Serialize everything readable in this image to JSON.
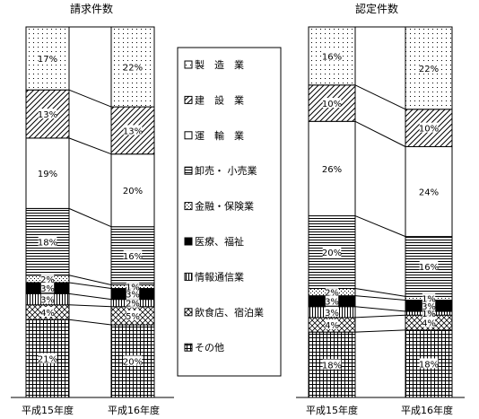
{
  "legend": [
    {
      "key": "manufacturing",
      "label": "製　造　業",
      "pattern": "dots"
    },
    {
      "key": "construction",
      "label": "建　設　業",
      "pattern": "diag"
    },
    {
      "key": "transport",
      "label": "運　輸　業",
      "pattern": "white"
    },
    {
      "key": "retail",
      "label": "卸売・ 小売業",
      "pattern": "hlines"
    },
    {
      "key": "finance",
      "label": "金融・保険業",
      "pattern": "diamond"
    },
    {
      "key": "medical",
      "label": "医療、福祉",
      "pattern": "black"
    },
    {
      "key": "info",
      "label": "情報通信業",
      "pattern": "vlines"
    },
    {
      "key": "food",
      "label": "飲食店、宿泊業",
      "pattern": "checker"
    },
    {
      "key": "other",
      "label": "その他",
      "pattern": "grid"
    }
  ],
  "chart_data": [
    {
      "type": "bar",
      "stacked": true,
      "title": "請求件数",
      "categories": [
        "平成15年度",
        "平成16年度"
      ],
      "ylim": [
        0,
        100
      ],
      "series": [
        {
          "name": "その他",
          "values": [
            21,
            20
          ],
          "labels": [
            "21%",
            "20%"
          ]
        },
        {
          "name": "飲食店、宿泊業",
          "values": [
            4,
            5
          ],
          "labels": [
            "4%",
            "5%"
          ]
        },
        {
          "name": "情報通信業",
          "values": [
            3,
            2
          ],
          "labels": [
            "3%",
            "2%"
          ]
        },
        {
          "name": "医療、福祉",
          "values": [
            3,
            3
          ],
          "labels": [
            "3%",
            "3%"
          ]
        },
        {
          "name": "金融・保険業",
          "values": [
            2,
            1
          ],
          "labels": [
            "2%",
            "1%"
          ]
        },
        {
          "name": "卸売・ 小売業",
          "values": [
            18,
            16
          ],
          "labels": [
            "18%",
            "16%"
          ]
        },
        {
          "name": "運　輸　業",
          "values": [
            19,
            20
          ],
          "labels": [
            "19%",
            "20%"
          ]
        },
        {
          "name": "建　設　業",
          "values": [
            13,
            13
          ],
          "labels": [
            "13%",
            "13%"
          ]
        },
        {
          "name": "製　造　業",
          "values": [
            17,
            22
          ],
          "labels": [
            "17%",
            "22%"
          ]
        }
      ]
    },
    {
      "type": "bar",
      "stacked": true,
      "title": "認定件数",
      "categories": [
        "平成15年度",
        "平成16年度"
      ],
      "ylim": [
        0,
        100
      ],
      "series": [
        {
          "name": "その他",
          "values": [
            18,
            18
          ],
          "labels": [
            "18%",
            "18%"
          ]
        },
        {
          "name": "飲食店、宿泊業",
          "values": [
            4,
            4
          ],
          "labels": [
            "4%",
            "4%"
          ]
        },
        {
          "name": "情報通信業",
          "values": [
            3,
            1
          ],
          "labels": [
            "3%",
            "1%"
          ]
        },
        {
          "name": "医療、福祉",
          "values": [
            3,
            3
          ],
          "labels": [
            "3%",
            "3%"
          ]
        },
        {
          "name": "金融・保険業",
          "values": [
            2,
            1
          ],
          "labels": [
            "2%",
            "1%"
          ]
        },
        {
          "name": "卸売・ 小売業",
          "values": [
            20,
            16
          ],
          "labels": [
            "20%",
            "16%"
          ]
        },
        {
          "name": "運　輸　業",
          "values": [
            26,
            24
          ],
          "labels": [
            "26%",
            "24%"
          ]
        },
        {
          "name": "建　設　業",
          "values": [
            10,
            10
          ],
          "labels": [
            "10%",
            "10%"
          ]
        },
        {
          "name": "製　造　業",
          "values": [
            16,
            22
          ],
          "labels": [
            "16%",
            "22%"
          ]
        }
      ]
    }
  ]
}
